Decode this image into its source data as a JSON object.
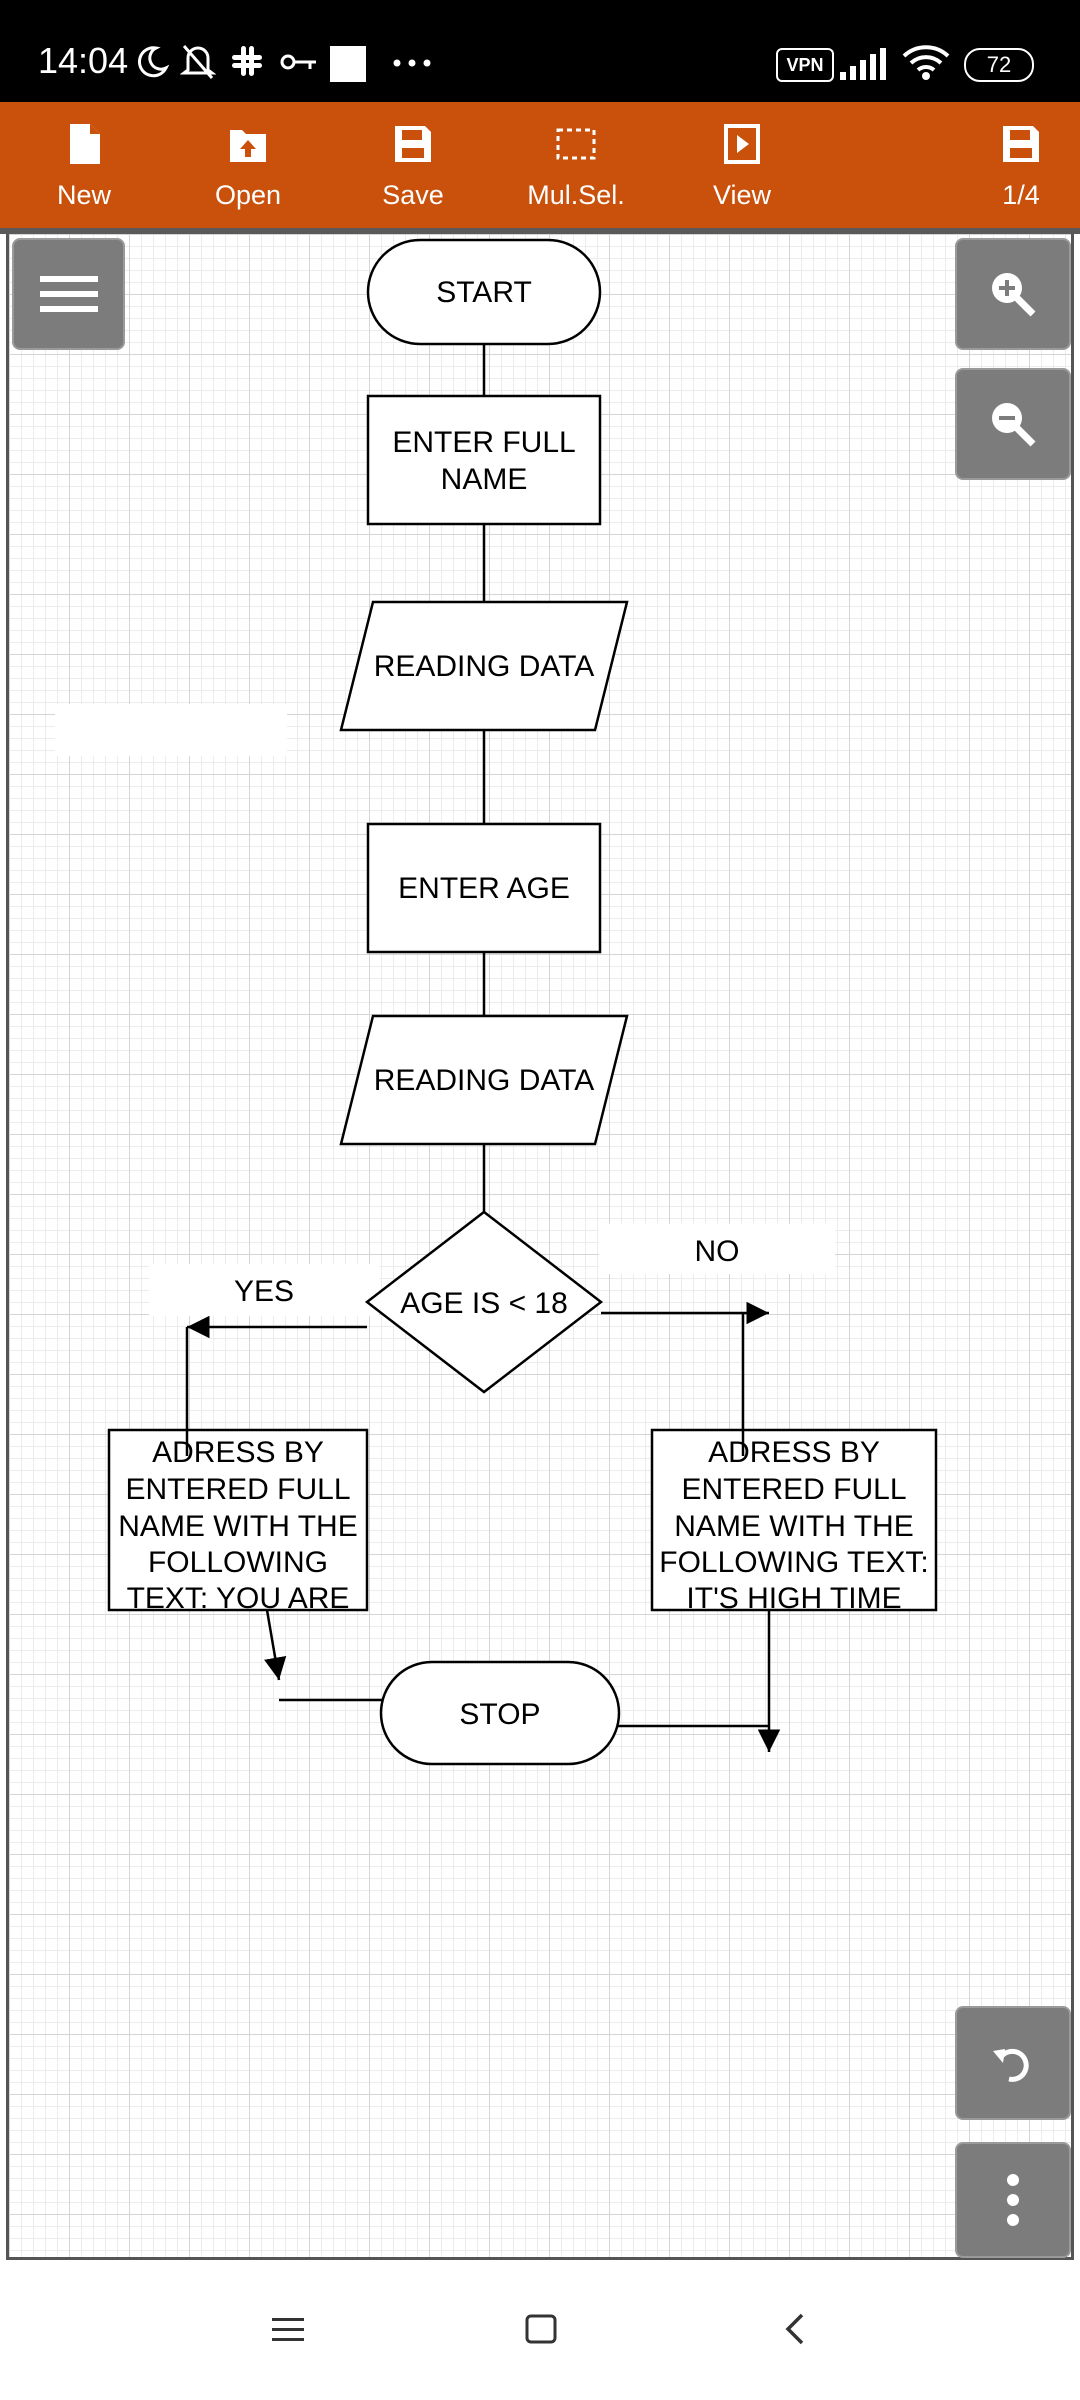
{
  "status": {
    "time": "14:04",
    "vpn": "VPN",
    "battery": "72"
  },
  "toolbar": {
    "new": "New",
    "open": "Open",
    "save": "Save",
    "multi_select": "Mul.Sel.",
    "view": "View",
    "page_indicator": "1/4"
  },
  "diagram": {
    "start": "START",
    "enter_name_1": "ENTER FULL",
    "enter_name_2": "NAME",
    "reading_1": "READING DATA",
    "enter_age": "ENTER AGE",
    "reading_2": "READING DATA",
    "decision": "AGE IS < 18",
    "yes": "YES",
    "no": "NO",
    "left_box": [
      "ADRESS BY",
      "ENTERED FULL",
      "NAME WITH THE",
      "FOLLOWING",
      "TEXT: YOU ARE"
    ],
    "right_box": [
      "ADRESS BY",
      "ENTERED FULL",
      "NAME WITH THE",
      "FOLLOWING TEXT:",
      "IT'S HIGH TIME"
    ],
    "stop": "STOP"
  },
  "icons": {
    "menu": "hamburger-icon",
    "zoom_in": "zoom-in-icon",
    "zoom_out": "zoom-out-icon",
    "undo": "undo-icon",
    "more": "more-vertical-icon"
  },
  "colors": {
    "toolbar": "#c9510c",
    "floating_button": "#7c7c7c"
  }
}
